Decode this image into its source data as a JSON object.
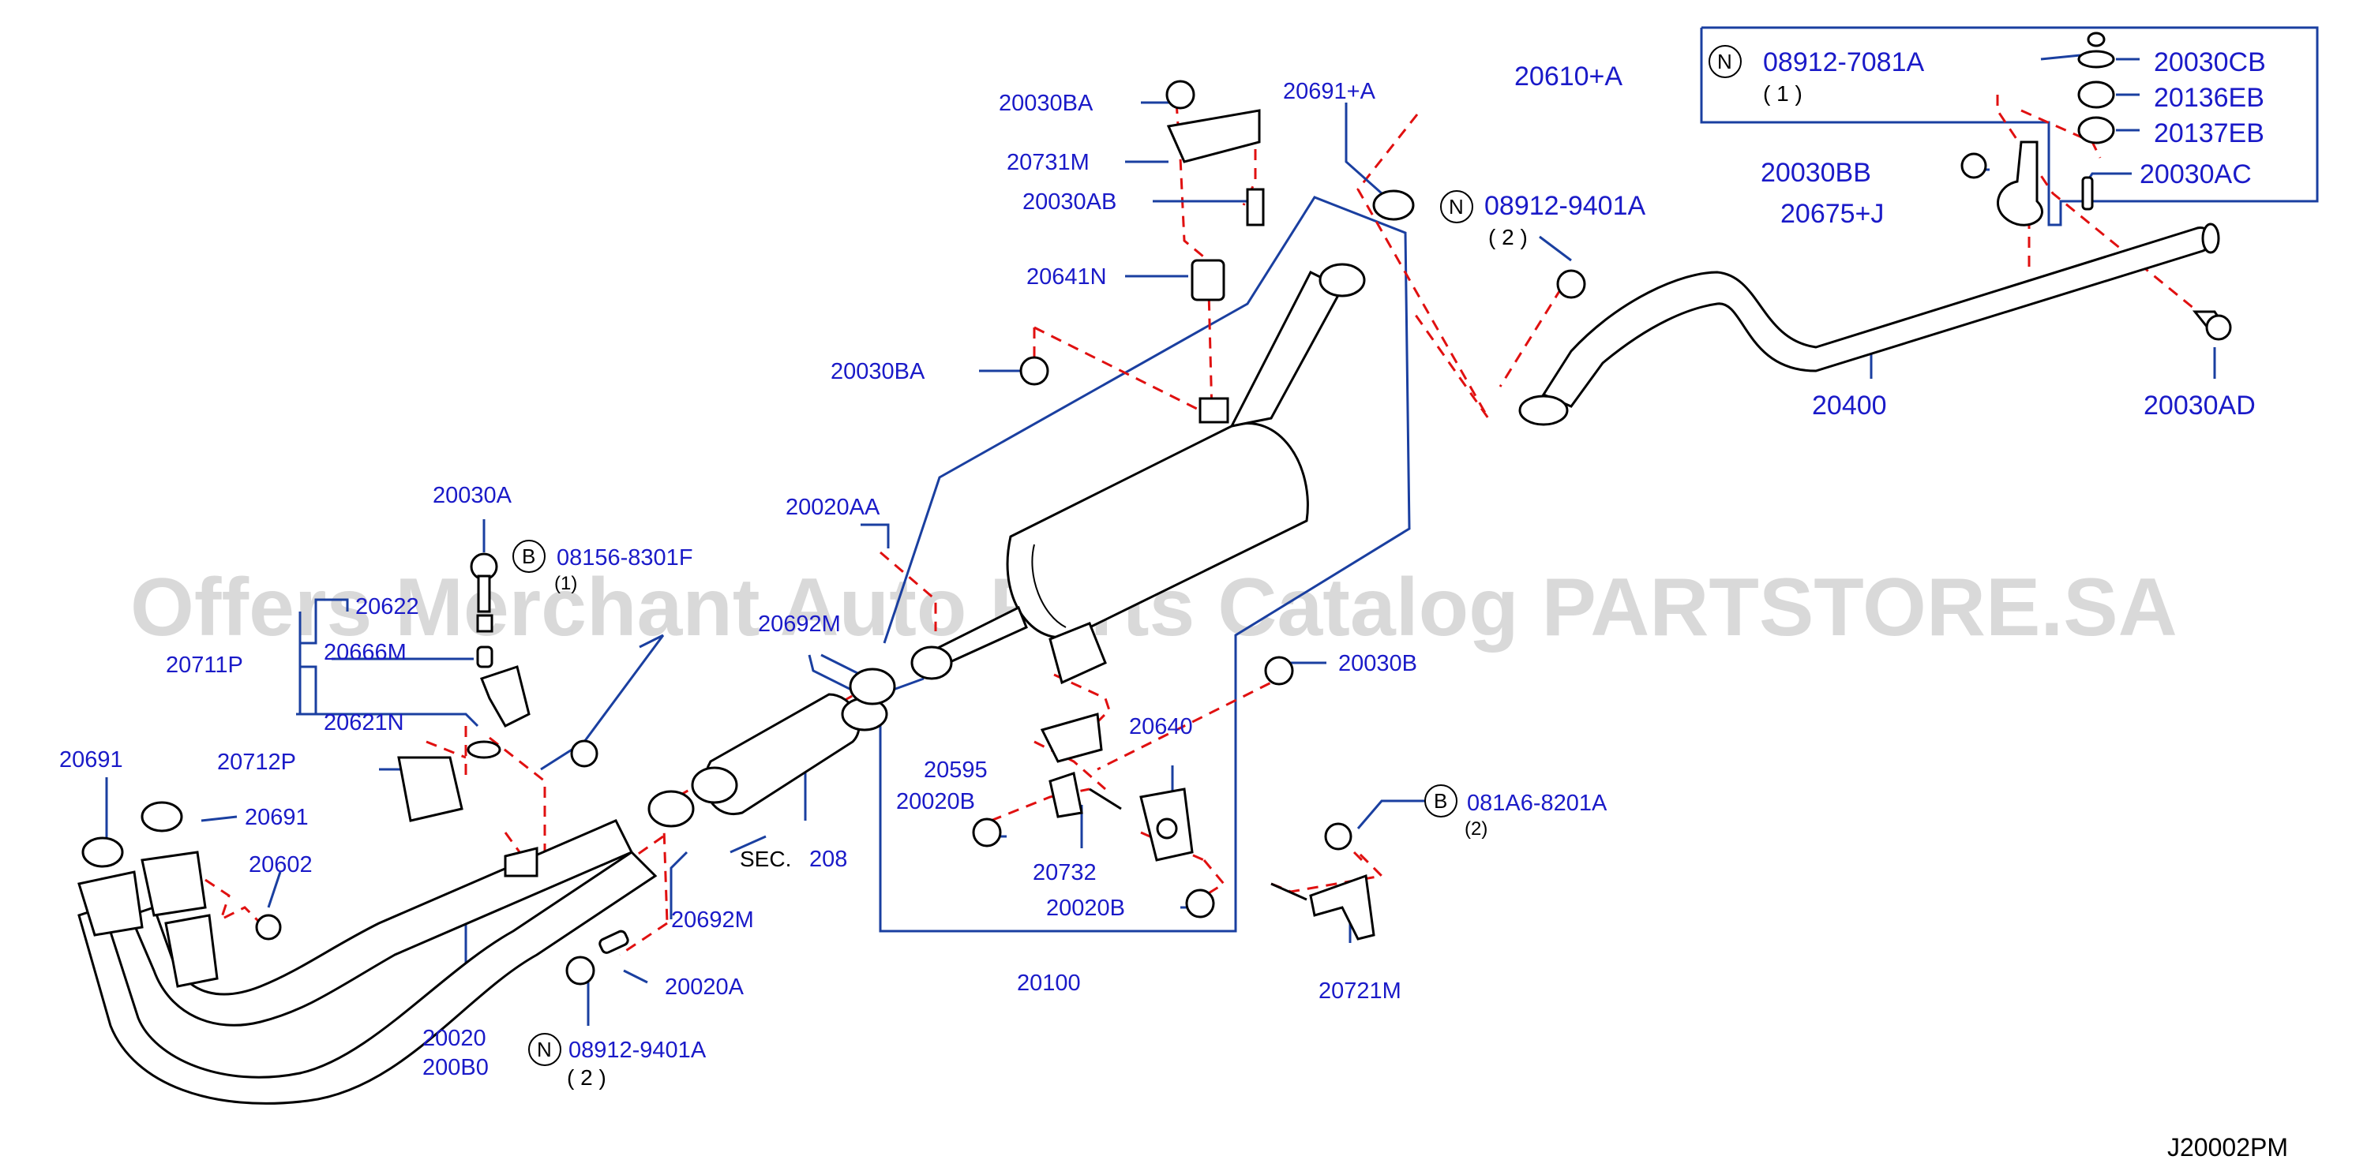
{
  "watermark": "Offers Merchant Auto Parts Catalog PARTSTORE.SA",
  "diagram_code": "J20002PM",
  "sec_label": "SEC.",
  "sec_number": "208",
  "labels": {
    "p20030BA_top": "20030BA",
    "p20731M": "20731M",
    "p20030AB": "20030AB",
    "p20641N": "20641N",
    "p20030BA_mid": "20030BA",
    "p20691A": "20691+A",
    "p08912_9401A_top": "08912-9401A",
    "qty2_top": "( 2 )",
    "p20610A": "20610+A",
    "p08912_7081A": "08912-7081A",
    "qty1": "( 1 )",
    "p20030CB": "20030CB",
    "p20136EB": "20136EB",
    "p20137EB": "20137EB",
    "p20030BB": "20030BB",
    "p20030AC": "20030AC",
    "p20675J": "20675+J",
    "p20400": "20400",
    "p20030AD": "20030AD",
    "p20030A": "20030A",
    "p08156_8301F": "08156-8301F",
    "qty1_b": "(1)",
    "p20622": "20622",
    "p20711P": "20711P",
    "p20666M": "20666M",
    "p20621N": "20621N",
    "p20712P": "20712P",
    "p20691_a": "20691",
    "p20691_b": "20691",
    "p20602": "20602",
    "p20020AA": "20020AA",
    "p20692M_top": "20692M",
    "p20030B": "20030B",
    "p20640": "20640",
    "p20595": "20595",
    "p20020B_top": "20020B",
    "p20732": "20732",
    "p20020B_bot": "20020B",
    "p081A6_8201A": "081A6-8201A",
    "qty2_b": "(2)",
    "p20721M": "20721M",
    "p20100": "20100",
    "p20692M_bot": "20692M",
    "p20020A": "20020A",
    "p08912_9401A_bot": "08912-9401A",
    "qty2_bot": "( 2 )",
    "p20020": "20020",
    "p200B0": "200B0"
  },
  "callouts": {
    "N": "N",
    "B": "B"
  }
}
